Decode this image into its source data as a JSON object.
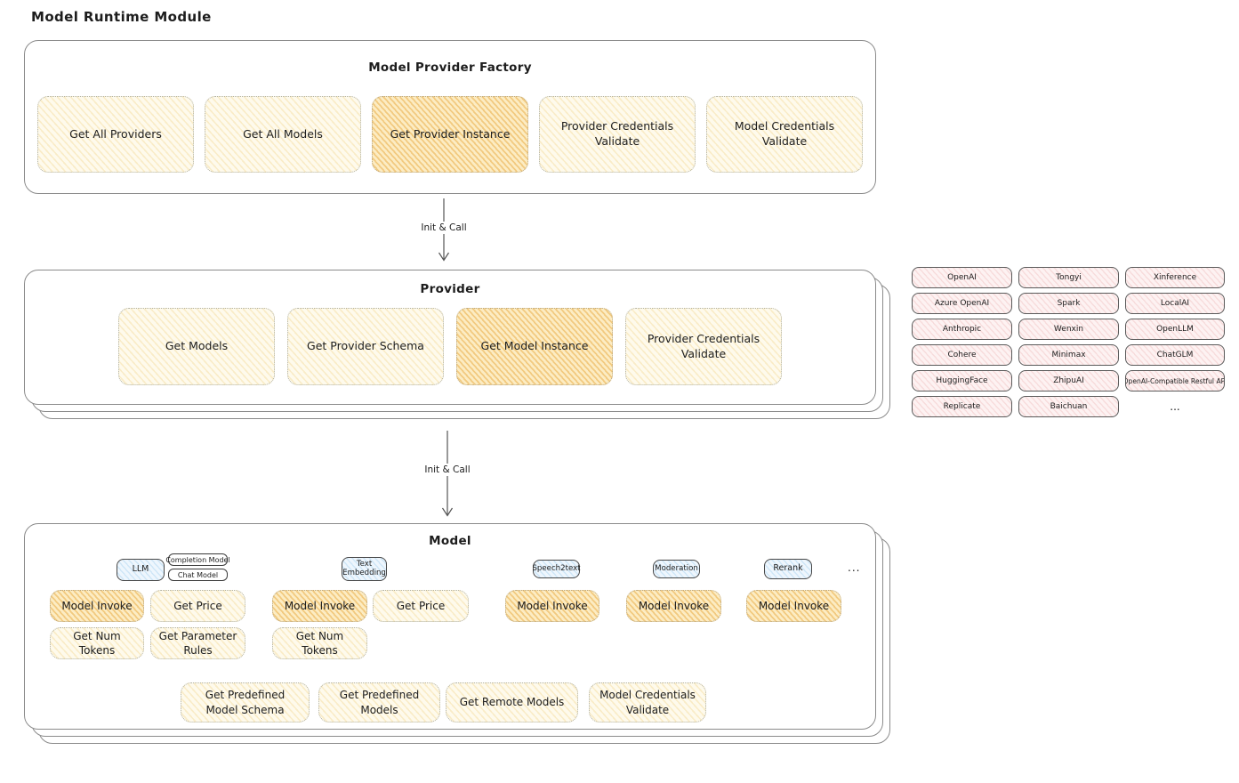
{
  "title": "Model Runtime Module",
  "factory": {
    "title": "Model Provider Factory",
    "boxes": [
      {
        "label": "Get All Providers",
        "highlight": false
      },
      {
        "label": "Get All Models",
        "highlight": false
      },
      {
        "label": "Get Provider Instance",
        "highlight": true
      },
      {
        "label": "Provider Credentials Validate",
        "highlight": false
      },
      {
        "label": "Model Credentials Validate",
        "highlight": false
      }
    ]
  },
  "arrows": [
    {
      "label": "Init & Call"
    },
    {
      "label": "Init & Call"
    }
  ],
  "provider": {
    "title": "Provider",
    "boxes": [
      {
        "label": "Get Models",
        "highlight": false
      },
      {
        "label": "Get Provider Schema",
        "highlight": false
      },
      {
        "label": "Get Model Instance",
        "highlight": true
      },
      {
        "label": "Provider Credentials Validate",
        "highlight": false
      }
    ]
  },
  "providers_grid": {
    "columns": [
      {
        "items": [
          "OpenAI",
          "Azure OpenAI",
          "Anthropic",
          "Cohere",
          "HuggingFace",
          "Replicate"
        ]
      },
      {
        "items": [
          "Tongyi",
          "Spark",
          "Wenxin",
          "Minimax",
          "ZhipuAI",
          "Baichuan"
        ]
      },
      {
        "items": [
          "Xinference",
          "LocalAI",
          "OpenLLM",
          "ChatGLM",
          "OpenAI-Compatible Restful API"
        ]
      }
    ],
    "more": "..."
  },
  "model": {
    "title": "Model",
    "tags": {
      "llm": "LLM",
      "completion_model": "Completion Model",
      "chat_model": "Chat Model",
      "text_embedding": "Text Embedding",
      "speech2text": "Speech2text",
      "moderation": "Moderation",
      "rerank": "Rerank",
      "more": "..."
    },
    "llm_boxes": [
      {
        "label": "Model Invoke",
        "highlight": true
      },
      {
        "label": "Get Price",
        "highlight": false
      },
      {
        "label": "Get Num Tokens",
        "highlight": false
      },
      {
        "label": "Get Parameter Rules",
        "highlight": false
      }
    ],
    "embedding_boxes": [
      {
        "label": "Model Invoke",
        "highlight": true
      },
      {
        "label": "Get Price",
        "highlight": false
      },
      {
        "label": "Get Num Tokens",
        "highlight": false
      }
    ],
    "speech2text_boxes": [
      {
        "label": "Model Invoke",
        "highlight": true
      }
    ],
    "moderation_boxes": [
      {
        "label": "Model Invoke",
        "highlight": true
      }
    ],
    "rerank_boxes": [
      {
        "label": "Model Invoke",
        "highlight": true
      }
    ],
    "bottom_boxes": [
      {
        "label": "Get Predefined Model Schema",
        "highlight": false
      },
      {
        "label": "Get Predefined Models",
        "highlight": false
      },
      {
        "label": "Get Remote Models",
        "highlight": false
      },
      {
        "label": "Model Credentials Validate",
        "highlight": false
      }
    ]
  },
  "colors": {
    "yellow_light": "#fefaec",
    "yellow_highlight": "#f9e2ae",
    "hatch_orange": "#ecb65c",
    "pink_fill": "#fdf2f2",
    "blue_fill": "#eef6fd",
    "panel_border": "#8b8b8b"
  }
}
